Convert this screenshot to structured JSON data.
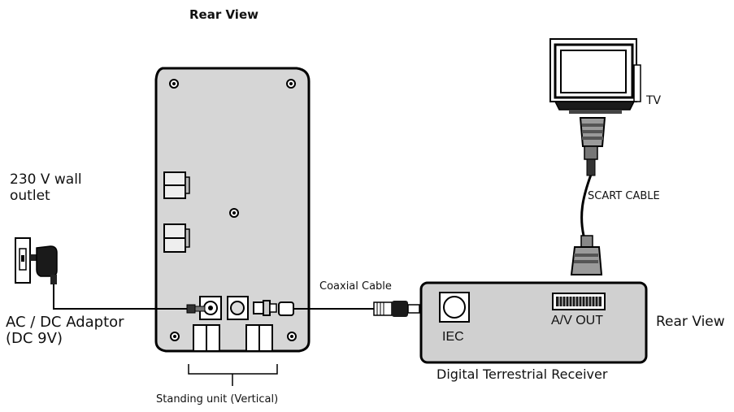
{
  "labels": {
    "rear_view_top": "Rear View",
    "tv": "TV",
    "scart_cable": "SCART CABLE",
    "wall_outlet": "230 V wall\noutlet",
    "coaxial_cable": "Coaxial Cable",
    "ac_dc_adaptor": "AC / DC Adaptor",
    "dc_voltage": "(DC 9V)",
    "rear_view_right": "Rear View",
    "iec": "IEC",
    "av_out": "A/V OUT",
    "receiver": "Digital Terrestrial Receiver",
    "standing_unit": "Standing unit (Vertical)"
  },
  "colors": {
    "line": "#111111",
    "panel_fill": "#d8d8d8",
    "dark_fill": "#222222",
    "outline": "#000000"
  }
}
